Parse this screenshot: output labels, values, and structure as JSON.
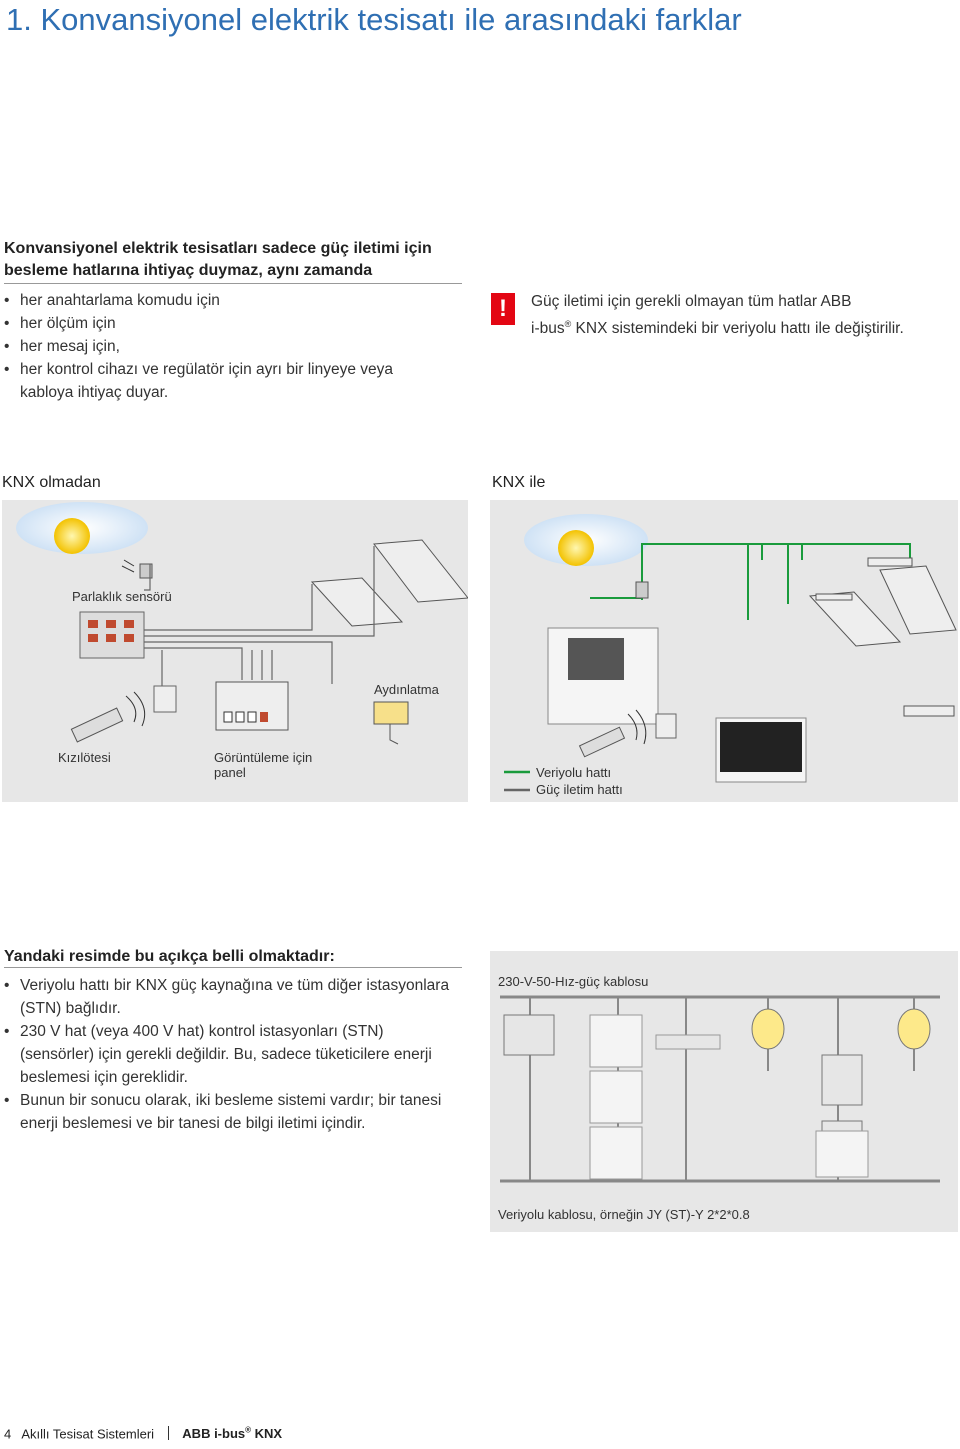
{
  "title": "1. Konvansiyonel elektrik tesisatı ile arasındaki farklar",
  "intro": {
    "heading": "Konvansiyonel elektrik tesisatları sadece güç iletimi için besleme hatlarına ihtiyaç duymaz, aynı zamanda",
    "items": [
      "her anahtarlama komudu için",
      "her ölçüm için",
      "her mesaj için,",
      "her kontrol cihazı ve regülatör için ayrı bir linyeye veya kabloya ihtiyaç duyar."
    ]
  },
  "note": {
    "symbol": "!",
    "line1": "Güç iletimi için gerekli olmayan tüm hatlar ABB",
    "line2_pre": "i-bus",
    "line2_sup": "®",
    "line2_post": " KNX sistemindeki bir veriyolu hattı ile değiştirilir."
  },
  "diagram_left": {
    "title": "KNX olmadan",
    "labels": {
      "sensor": "Parlaklık sensörü",
      "lighting": "Aydınlatma",
      "infrared": "Kızılötesi",
      "panel": "Görüntüleme için panel"
    }
  },
  "diagram_right": {
    "title": "KNX ile",
    "legend": {
      "bus": "Veriyolu hattı",
      "power": "Güç iletim hattı"
    }
  },
  "section2": {
    "heading": "Yandaki resimde bu açıkça belli olmaktadır:",
    "items": [
      "Veriyolu hattı bir KNX güç kaynağına ve tüm diğer istasyonlara (STN) bağlıdır.",
      "230 V hat (veya 400 V hat) kontrol istasyonları (STN) (sensörler) için gerekli değildir. Bu, sadece tüketicilere enerji beslemesi için gereklidir.",
      "Bunun bir sonucu olarak, iki besleme sistemi vardır; bir tanesi enerji beslemesi ve bir tanesi de bilgi iletimi içindir."
    ]
  },
  "figure2": {
    "top_label": "230-V-50-Hız-güç kablosu",
    "bottom_label": "Veriyolu kablosu, örneğin JY (ST)-Y 2*2*0.8"
  },
  "footer": {
    "page": "4",
    "text": "Akıllı Tesisat Sistemleri",
    "brand": "ABB i-bus",
    "brand_sup": "®",
    "brand_post": " KNX"
  },
  "colors": {
    "title": "#2f6fb3",
    "bus": "#1a9b3c",
    "power": "#666666",
    "warning": "#e30613",
    "panel": "#e7e7e7"
  }
}
